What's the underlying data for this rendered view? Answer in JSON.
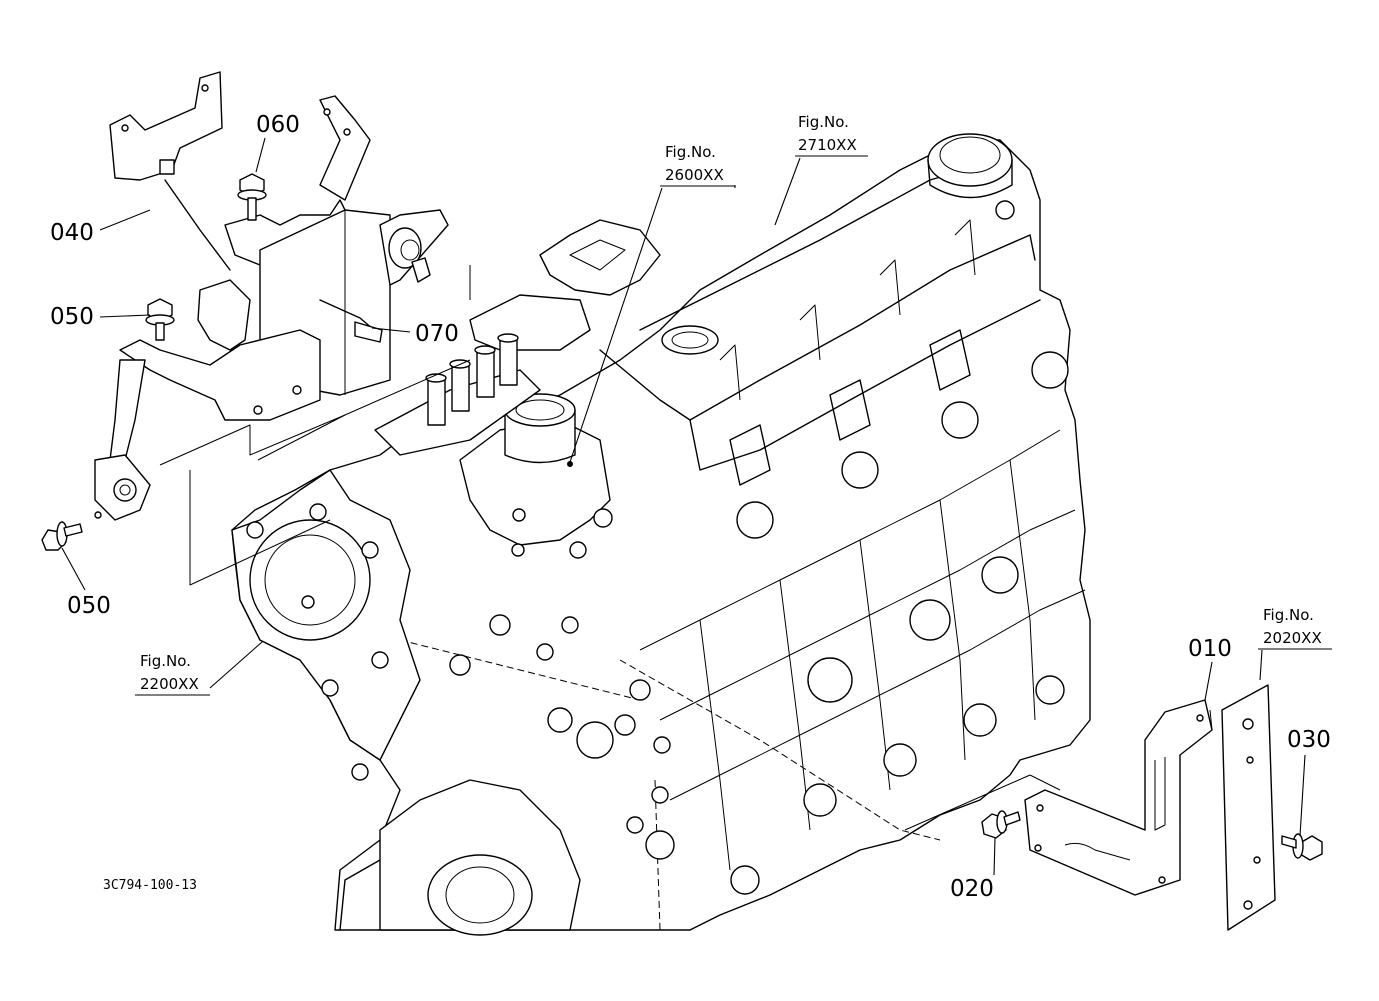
{
  "callouts": {
    "p010": "010",
    "p020": "020",
    "p030": "030",
    "p040": "040",
    "p050a": "050",
    "p050b": "050",
    "p060": "060",
    "p070": "070"
  },
  "figure_refs": {
    "fig2710": {
      "label": "Fig.No.",
      "number": "2710XX"
    },
    "fig2600": {
      "label": "Fig.No.",
      "number": "2600XX"
    },
    "fig2200": {
      "label": "Fig.No.",
      "number": "2200XX"
    },
    "fig2020": {
      "label": "Fig.No.",
      "number": "2020XX"
    }
  },
  "drawing_number": "3C794-100-13"
}
